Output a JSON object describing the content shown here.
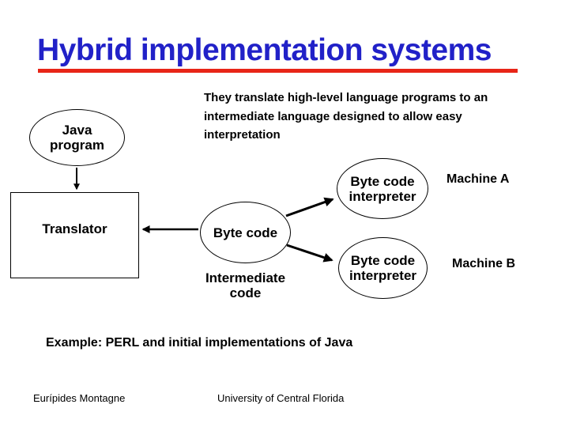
{
  "slide": {
    "title": "Hybrid implementation systems",
    "paragraph": "They translate high-level language programs to an intermediate language designed to allow easy interpretation",
    "example": "Example: PERL and initial implementations of Java"
  },
  "diagram": {
    "java_program": {
      "line1": "Java",
      "line2": "program"
    },
    "translator": {
      "label": "Translator"
    },
    "byte_code": {
      "label": "Byte code"
    },
    "intermediate_code": {
      "line1": "Intermediate",
      "line2": "code"
    },
    "interpreter_a": {
      "line1": "Byte code",
      "line2": "interpreter"
    },
    "interpreter_b": {
      "line1": "Byte code",
      "line2": "interpreter"
    },
    "machine_a": "Machine A",
    "machine_b": "Machine B",
    "arrows": [
      {
        "from": "java-program",
        "to": "translator"
      },
      {
        "from": "byte-code",
        "to": "translator"
      },
      {
        "from": "byte-code",
        "to": "byte-code-interpreter-machine-a"
      },
      {
        "from": "byte-code",
        "to": "byte-code-interpreter-machine-b"
      }
    ]
  },
  "footer": {
    "author": "Eurípides Montagne",
    "institution": "University of Central Florida"
  },
  "colors": {
    "title_blue": "#2121c8",
    "underline_red": "#e82517",
    "background": "#ffffff",
    "diagram_stroke": "#000000"
  }
}
